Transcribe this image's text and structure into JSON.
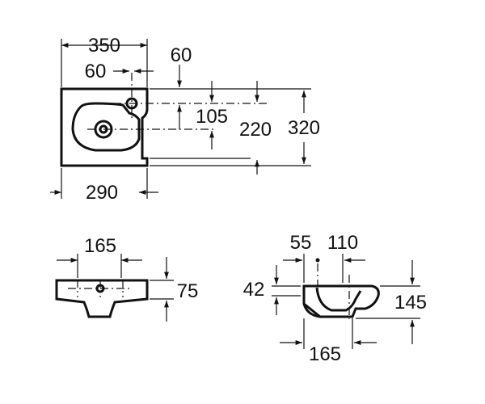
{
  "top_view": {
    "width_overall": "350",
    "tap_offset_left": "60",
    "tap_offset_right": "60",
    "tap_to_drain": "105",
    "depth_drain": "220",
    "depth_overall": "320",
    "width_bottom": "290"
  },
  "front_view": {
    "hole_spacing": "165",
    "height": "75"
  },
  "side_view": {
    "offset_a": "55",
    "offset_b": "110",
    "rim_height": "42",
    "total_height": "145",
    "depth": "165"
  }
}
